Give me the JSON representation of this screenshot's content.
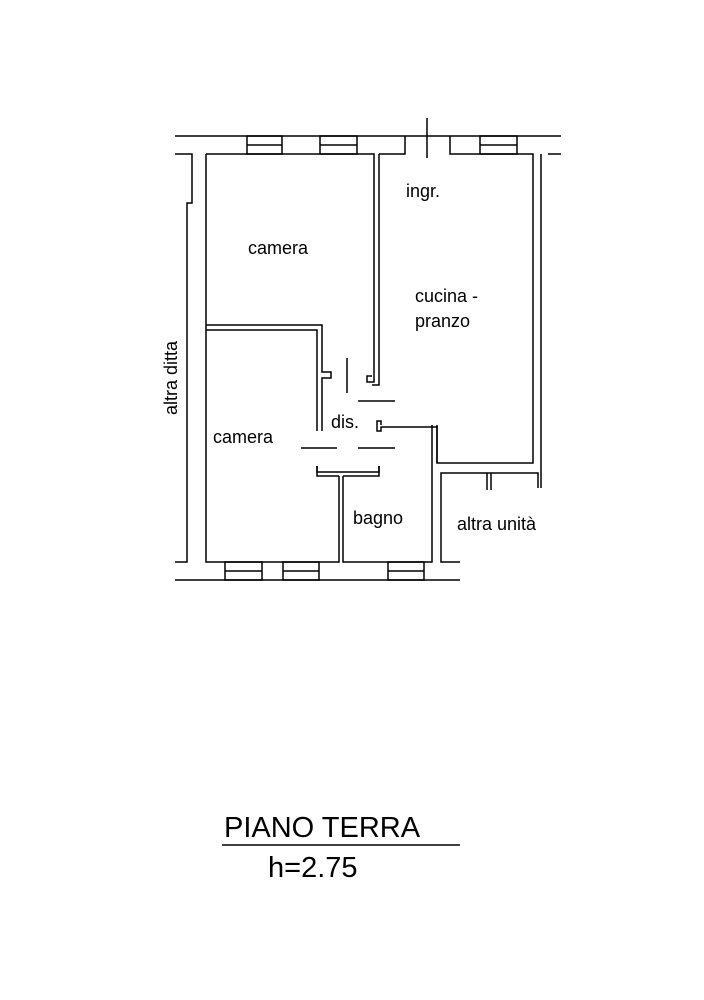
{
  "rooms": {
    "camera_top": "camera",
    "ingresso": "ingr.",
    "cucina_line1": "cucina -",
    "cucina_line2": "pranzo",
    "disimpegno": "dis.",
    "camera_bottom": "camera",
    "bagno": "bagno",
    "altra_unita": "altra unità",
    "altra_ditta": "altra ditta"
  },
  "title": {
    "floor": "PIANO TERRA",
    "height": "h=2.75"
  },
  "colors": {
    "line": "#000000",
    "background": "#ffffff"
  }
}
